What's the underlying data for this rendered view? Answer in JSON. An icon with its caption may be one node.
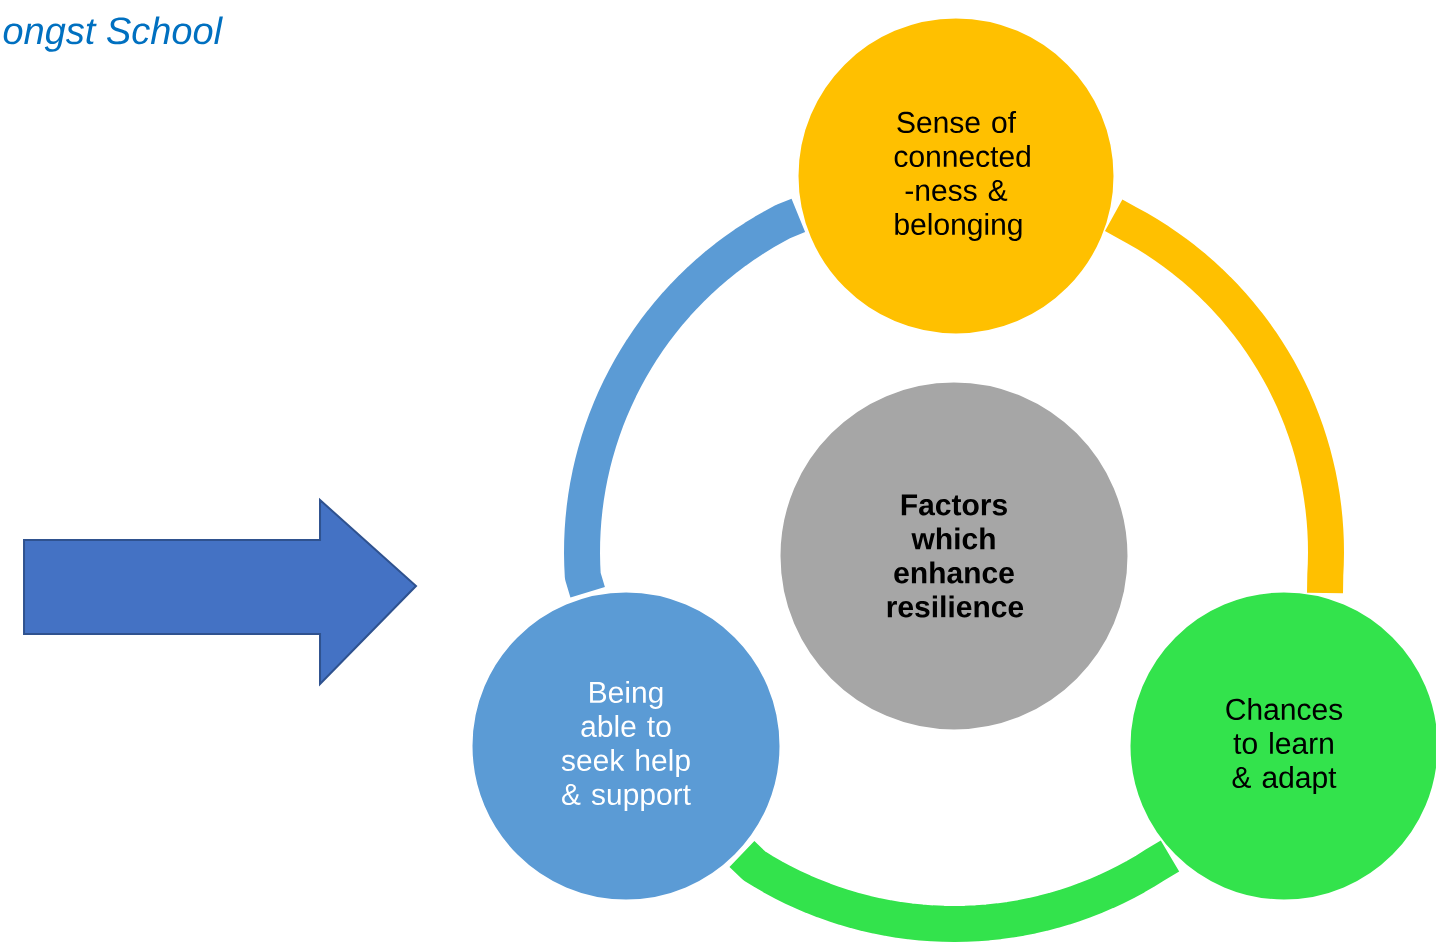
{
  "diagram": {
    "nodes": [
      {
        "text": [
          "Sense of connected -ness & belonging"
        ]
      },
      {
        "text": [
          "Factors which enhance resilience"
        ]
      },
      {
        "text": [
          "Chances to learn & adapt"
        ]
      },
      {
        "text": [
          "Being able to seek help & support"
        ]
      }
    ],
    "edges": [
      {
        "from": 0,
        "to": 2,
        "arrow": "none",
        "color": "#ffc000"
      },
      {
        "from": 2,
        "to": 3,
        "arrow": "none",
        "color": "#33e34c"
      },
      {
        "from": 3,
        "to": 0,
        "arrow": "none",
        "color": "#5b9bd5"
      },
      {
        "from": null,
        "to": 3,
        "arrow": "to",
        "style": "thick",
        "color": "#4472c4"
      }
    ],
    "labels": [
      "ongst School"
    ]
  }
}
